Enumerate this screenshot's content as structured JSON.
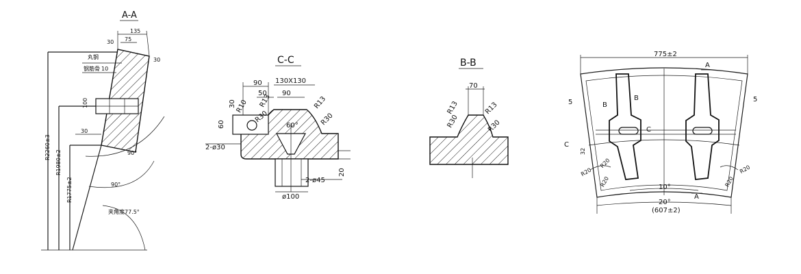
{
  "view_aa": {
    "title": "A-A",
    "d_135": "135",
    "d_75": "75",
    "d_30a": "30",
    "d_30b": "30",
    "d_10": "10",
    "d_100": "100",
    "d_30c": "30",
    "d_90a": "90°",
    "d_90b": "90°",
    "note_1": "丸钢",
    "note_2": "钢筋骨",
    "r_2260": "R2260±3",
    "r_1980": "R1980±2",
    "r_1775": "R1775±2",
    "angle": "夹角度77.5°"
  },
  "view_cc": {
    "title": "C-C",
    "d_90": "90",
    "d_130": "130X130",
    "d_50": "50",
    "d_90b": "90",
    "d_30": "30",
    "d_60": "60",
    "d_60deg": "60°",
    "r_10": "R10",
    "r_13a": "R13",
    "r_13b": "R13",
    "r_30a": "R30",
    "r_30b": "R30",
    "holes_30": "2-ø30",
    "holes_45": "2-ø45",
    "d_20": "20",
    "d_100": "ø100"
  },
  "view_bb": {
    "title": "B-B",
    "d_70": "70",
    "r_13a": "R13",
    "r_13b": "R13",
    "r_30a": "R30",
    "r_30b": "R30"
  },
  "plan_view": {
    "d_775": "775±2",
    "d_5a": "5",
    "d_5b": "5",
    "d_32": "32",
    "r_20a": "R20",
    "r_20b": "R20",
    "r_20c": "R20",
    "r_20d": "R20",
    "r_20e": "R20",
    "d_10": "10°",
    "d_20": "20°",
    "d_607": "(607±2)",
    "lbl_a_top": "A",
    "lbl_a_bot": "A",
    "lbl_b1": "B",
    "lbl_b2": "B",
    "lbl_c1": "C",
    "lbl_c2": "C"
  }
}
